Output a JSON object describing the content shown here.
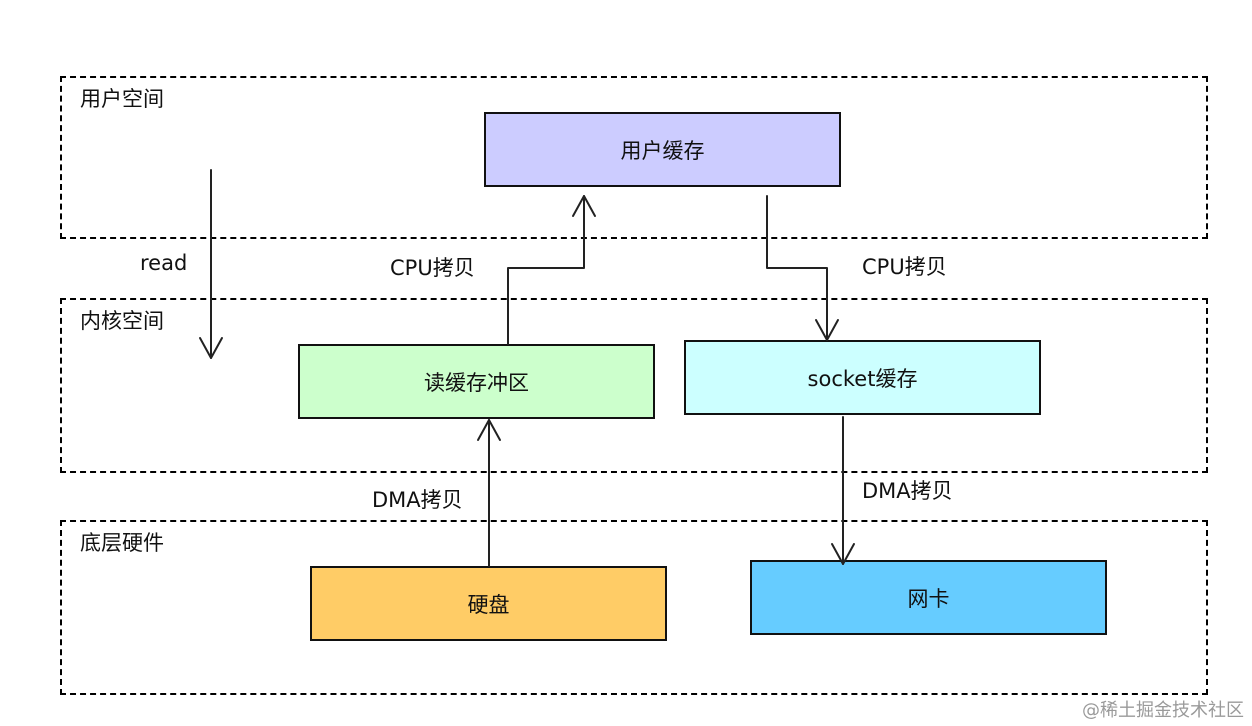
{
  "zones": {
    "user_space": "用户空间",
    "kernel_space": "内核空间",
    "hardware": "底层硬件"
  },
  "nodes": {
    "user_buffer": {
      "label": "用户缓存",
      "color": "#ccccff"
    },
    "read_buffer": {
      "label": "读缓存冲区",
      "color": "#ccffcc"
    },
    "socket_buffer": {
      "label": "socket缓存",
      "color": "#ccffff"
    },
    "disk": {
      "label": "硬盘",
      "color": "#ffcc66"
    },
    "nic": {
      "label": "网卡",
      "color": "#66ccff"
    }
  },
  "edges": {
    "read": "read",
    "cpu_copy_up": "CPU拷贝",
    "cpu_copy_down": "CPU拷贝",
    "dma_copy_up": "DMA拷贝",
    "dma_copy_down": "DMA拷贝"
  },
  "watermark": "@稀土掘金技术社区"
}
